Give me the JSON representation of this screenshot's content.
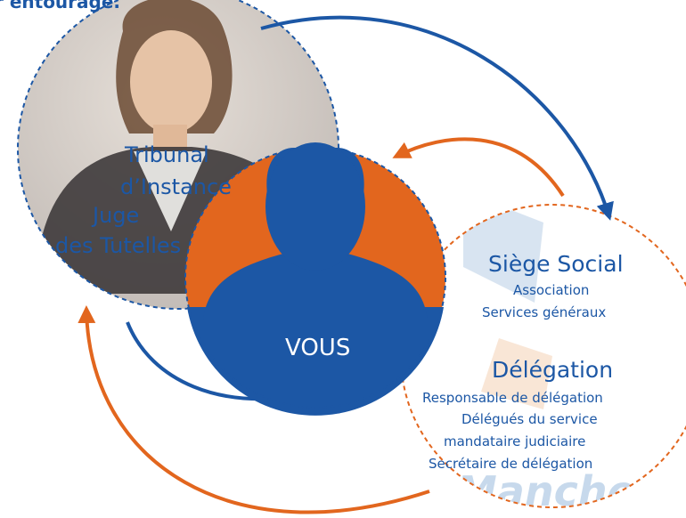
{
  "caption": "r entourage.",
  "colors": {
    "blue": "#1c57a5",
    "orange": "#e2661e",
    "photo_bg": "#cfcbc8"
  },
  "tribunal": {
    "title_line1": "Tribunal",
    "title_line2": "d’Instance",
    "juge_line1": "Juge",
    "juge_line2": "des Tutelles"
  },
  "center": {
    "label": "VOUS",
    "icon": "person-silhouette-icon"
  },
  "siege": {
    "title": "Siège Social",
    "line1": "Association",
    "line2": "Services généraux"
  },
  "delegation": {
    "title": "Délégation",
    "line1": "Responsable de délégation",
    "line2": "Délégués du service",
    "line3": "mandataire judiciaire",
    "line4": "Secrétaire de délégation"
  },
  "watermark_text": "Manche"
}
